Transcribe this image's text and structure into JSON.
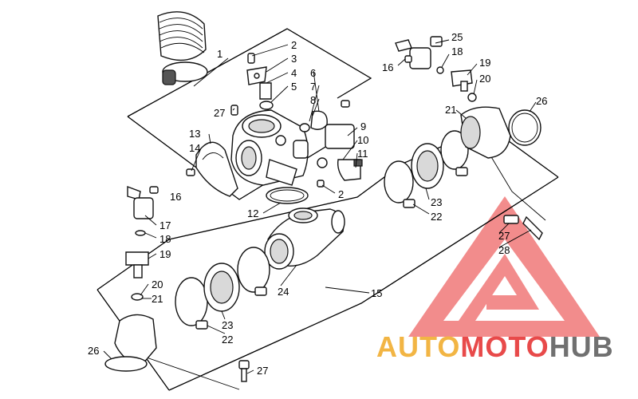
{
  "callouts": [
    {
      "id": "c1",
      "text": "1"
    },
    {
      "id": "c2a",
      "text": "2"
    },
    {
      "id": "c3",
      "text": "3"
    },
    {
      "id": "c4",
      "text": "4"
    },
    {
      "id": "c5",
      "text": "5"
    },
    {
      "id": "c6",
      "text": "6"
    },
    {
      "id": "c7",
      "text": "7"
    },
    {
      "id": "c8",
      "text": "8"
    },
    {
      "id": "c27a",
      "text": "27"
    },
    {
      "id": "c9",
      "text": "9"
    },
    {
      "id": "c10",
      "text": "10"
    },
    {
      "id": "c11",
      "text": "11"
    },
    {
      "id": "c2b",
      "text": "2"
    },
    {
      "id": "c13",
      "text": "13"
    },
    {
      "id": "c14",
      "text": "14"
    },
    {
      "id": "c12",
      "text": "12"
    },
    {
      "id": "c16a",
      "text": "16"
    },
    {
      "id": "c17",
      "text": "17"
    },
    {
      "id": "c18a",
      "text": "18"
    },
    {
      "id": "c19a",
      "text": "19"
    },
    {
      "id": "c20a",
      "text": "20"
    },
    {
      "id": "c21a",
      "text": "21"
    },
    {
      "id": "c24",
      "text": "24"
    },
    {
      "id": "c15",
      "text": "15"
    },
    {
      "id": "c23a",
      "text": "23"
    },
    {
      "id": "c22a",
      "text": "22"
    },
    {
      "id": "c26a",
      "text": "26"
    },
    {
      "id": "c27b",
      "text": "27"
    },
    {
      "id": "c25",
      "text": "25"
    },
    {
      "id": "c16b",
      "text": "16"
    },
    {
      "id": "c18b",
      "text": "18"
    },
    {
      "id": "c19b",
      "text": "19"
    },
    {
      "id": "c20b",
      "text": "20"
    },
    {
      "id": "c21b",
      "text": "21"
    },
    {
      "id": "c26b",
      "text": "26"
    },
    {
      "id": "c23b",
      "text": "23"
    },
    {
      "id": "c22b",
      "text": "22"
    },
    {
      "id": "c27c",
      "text": "27"
    },
    {
      "id": "c28",
      "text": "28"
    }
  ],
  "watermark": {
    "word_auto": "AUTO",
    "word_moto": "MOTO",
    "word_hub": "HUB",
    "color_auto": "#f2b544",
    "color_moto": "#e84a4a",
    "color_hub": "#707070",
    "logo_color": "#f07070"
  }
}
